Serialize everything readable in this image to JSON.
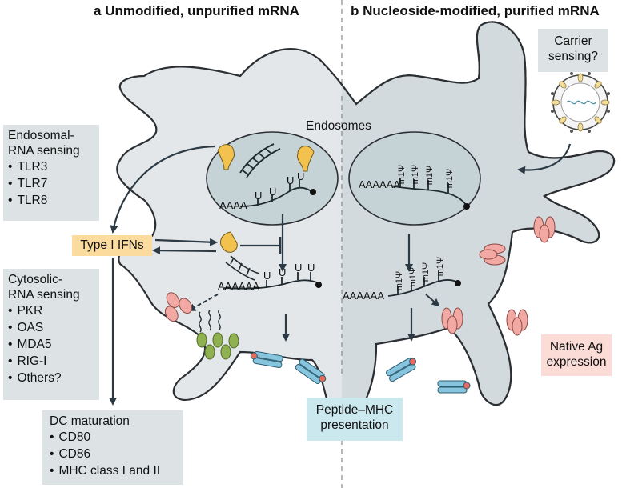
{
  "panel_a": {
    "letter": "a",
    "title": "Unmodified, unpurified mRNA"
  },
  "panel_b": {
    "letter": "b",
    "title": "Nucleoside-modified, purified mRNA"
  },
  "labels": {
    "endosomes": "Endosomes",
    "polyA": "AAAA",
    "polyA_long": "AAAAAA",
    "uridine": "U",
    "modified_uridine": "m1Ψ"
  },
  "endosomal_box": {
    "title_line1": "Endosomal-",
    "title_line2": "RNA sensing",
    "items": [
      "TLR3",
      "TLR7",
      "TLR8"
    ]
  },
  "type1_box": {
    "label": "Type I IFNs"
  },
  "cytosolic_box": {
    "title_line1": "Cytosolic-",
    "title_line2": "RNA sensing",
    "items": [
      "PKR",
      "OAS",
      "MDA5",
      "RIG-I",
      "Others?"
    ]
  },
  "dc_box": {
    "title": "DC maturation",
    "items": [
      "CD80",
      "CD86",
      "MHC class I and II"
    ]
  },
  "peptide_box": {
    "line1": "Peptide–MHC",
    "line2": "presentation"
  },
  "carrier_box": {
    "line1": "Carrier",
    "line2": "sensing?"
  },
  "native_box": {
    "line1": "Native Ag",
    "line2": "expression"
  },
  "colors": {
    "cell": "#e3e7e9",
    "cell_stroke": "#2b2f33",
    "endosome": "#c6d3d6",
    "receptor": "#f2c14e",
    "antigen": "#f3a9a3",
    "mhc": "#86c5dd",
    "cytokine": "#8fb150"
  }
}
